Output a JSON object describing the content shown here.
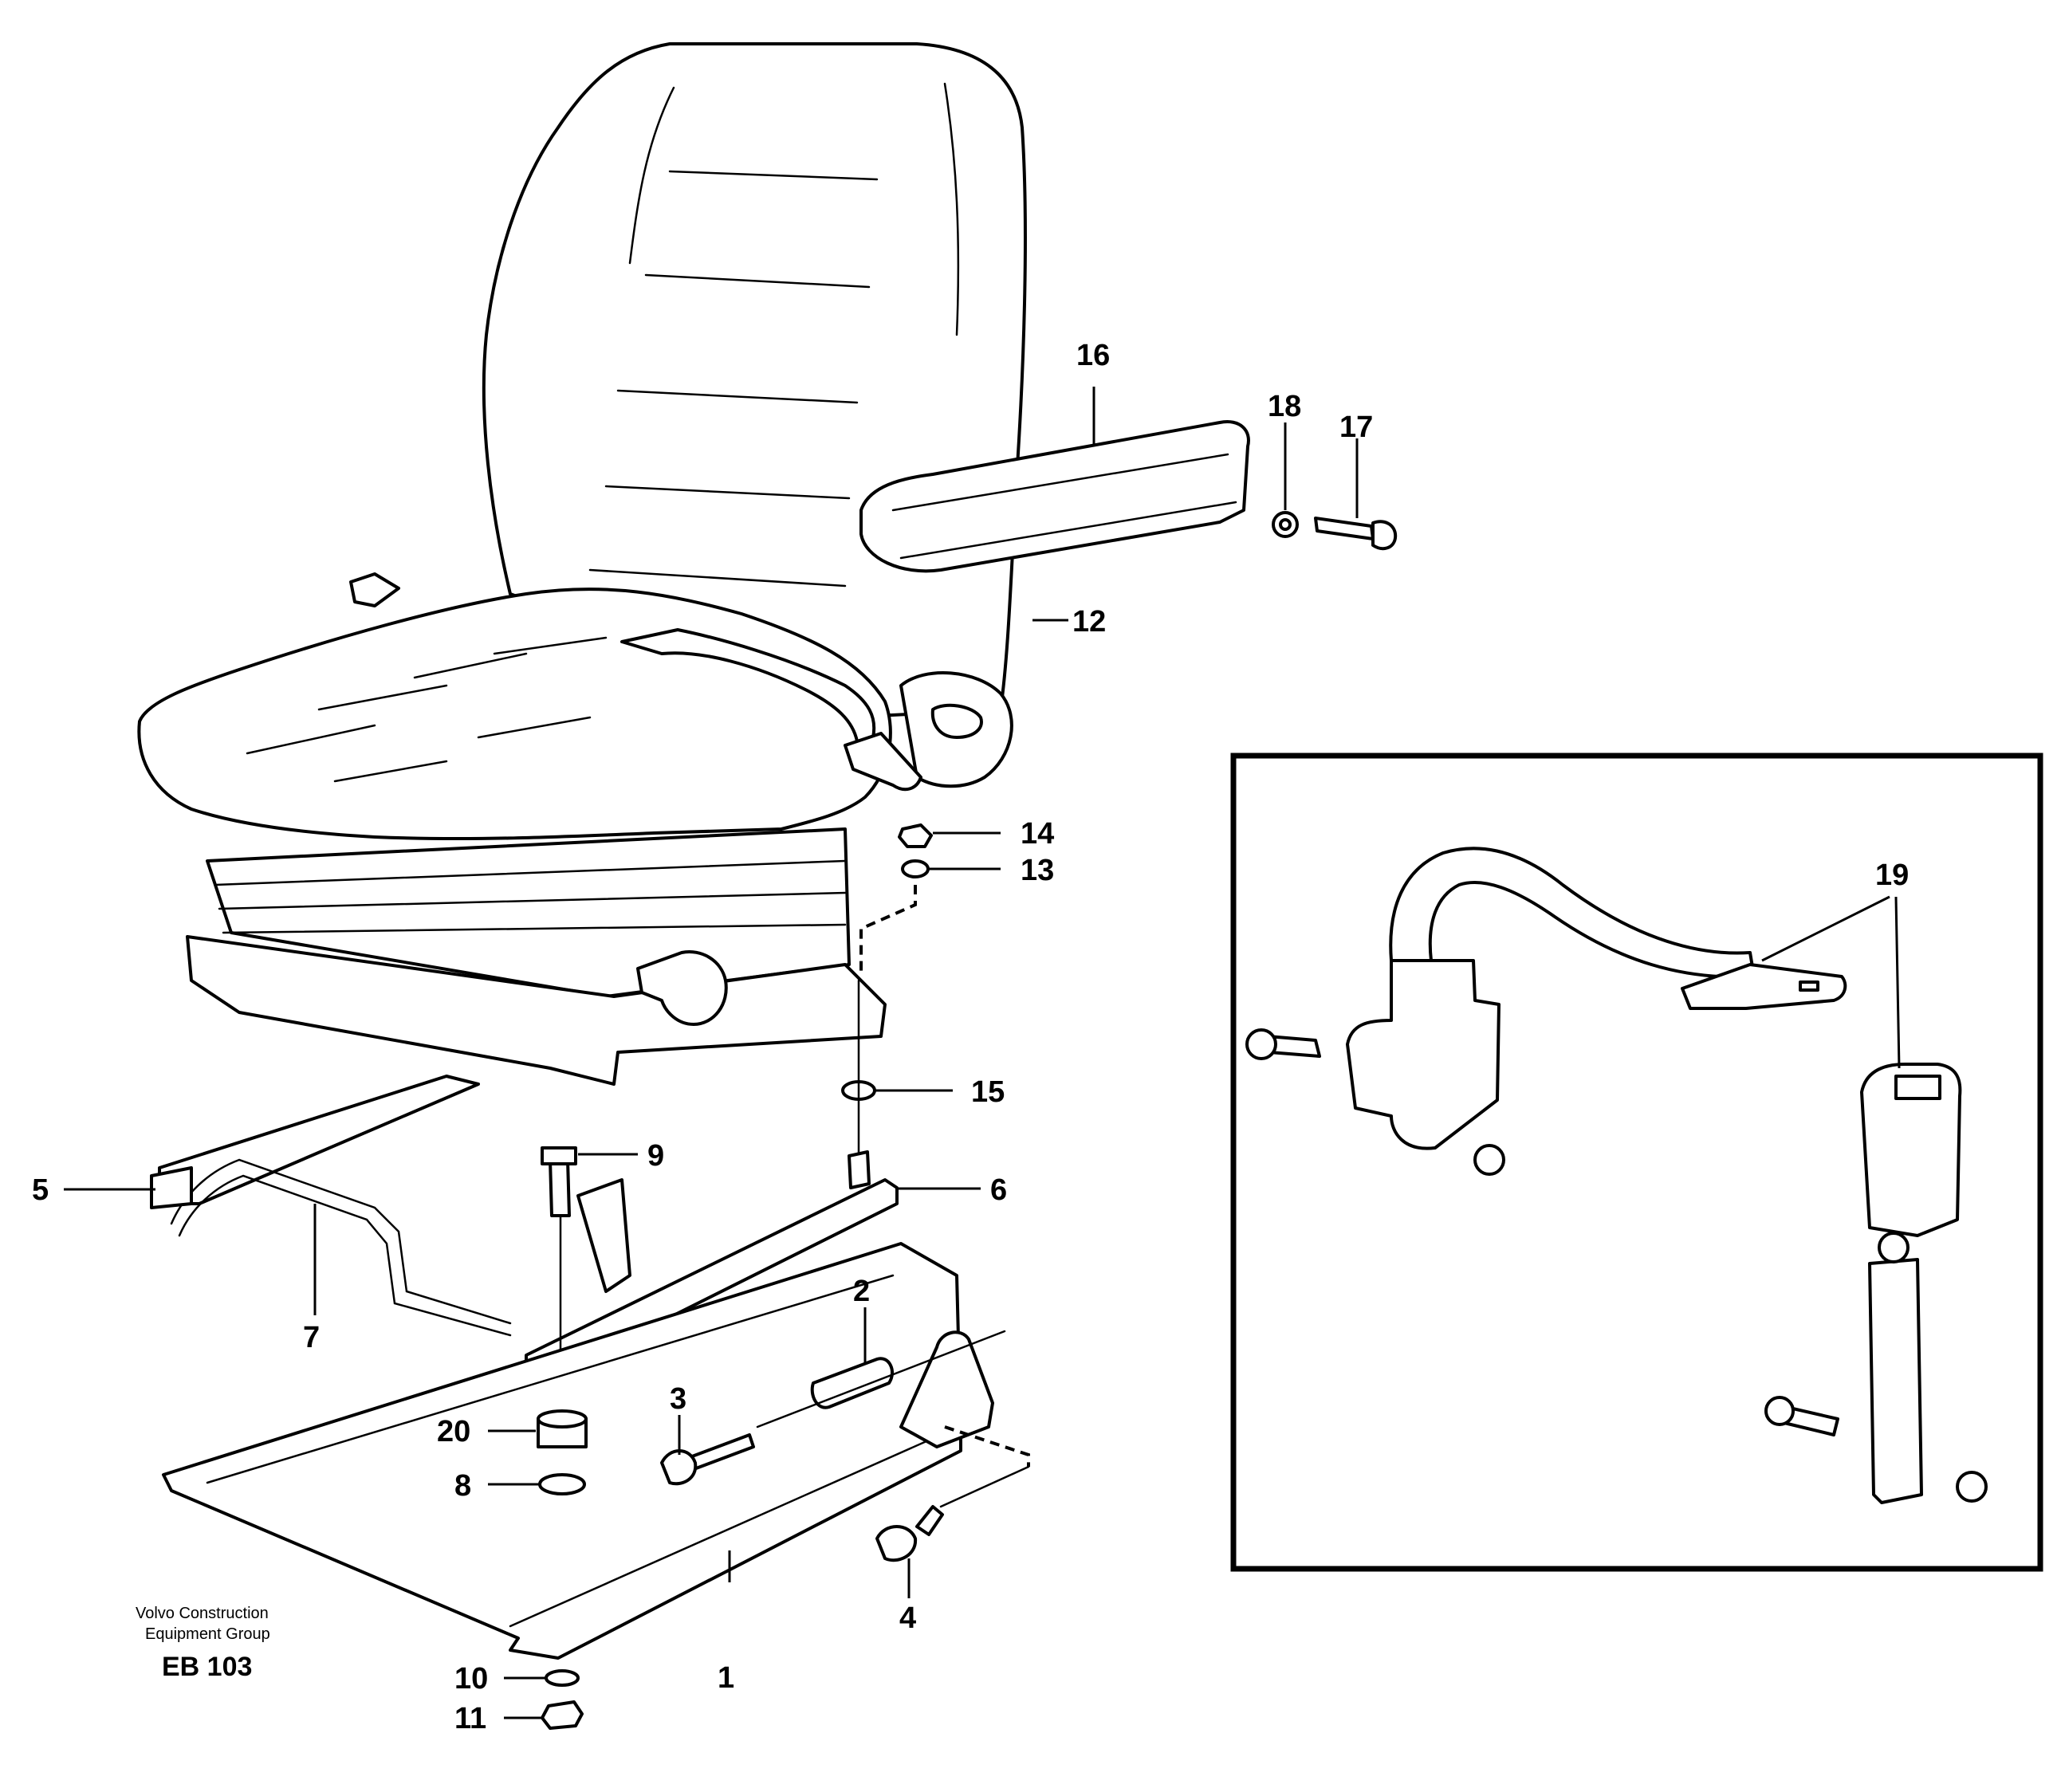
{
  "callouts": [
    {
      "label": "1"
    },
    {
      "label": "2"
    },
    {
      "label": "3"
    },
    {
      "label": "4"
    },
    {
      "label": "5"
    },
    {
      "label": "6"
    },
    {
      "label": "7"
    },
    {
      "label": "8"
    },
    {
      "label": "9"
    },
    {
      "label": "10"
    },
    {
      "label": "11"
    },
    {
      "label": "12"
    },
    {
      "label": "13"
    },
    {
      "label": "14"
    },
    {
      "label": "15"
    },
    {
      "label": "16"
    },
    {
      "label": "17"
    },
    {
      "label": "18"
    },
    {
      "label": "19"
    },
    {
      "label": "20"
    }
  ],
  "credit": {
    "line1": "Volvo Construction",
    "line2": "Equipment Group",
    "code": "EB 103"
  }
}
